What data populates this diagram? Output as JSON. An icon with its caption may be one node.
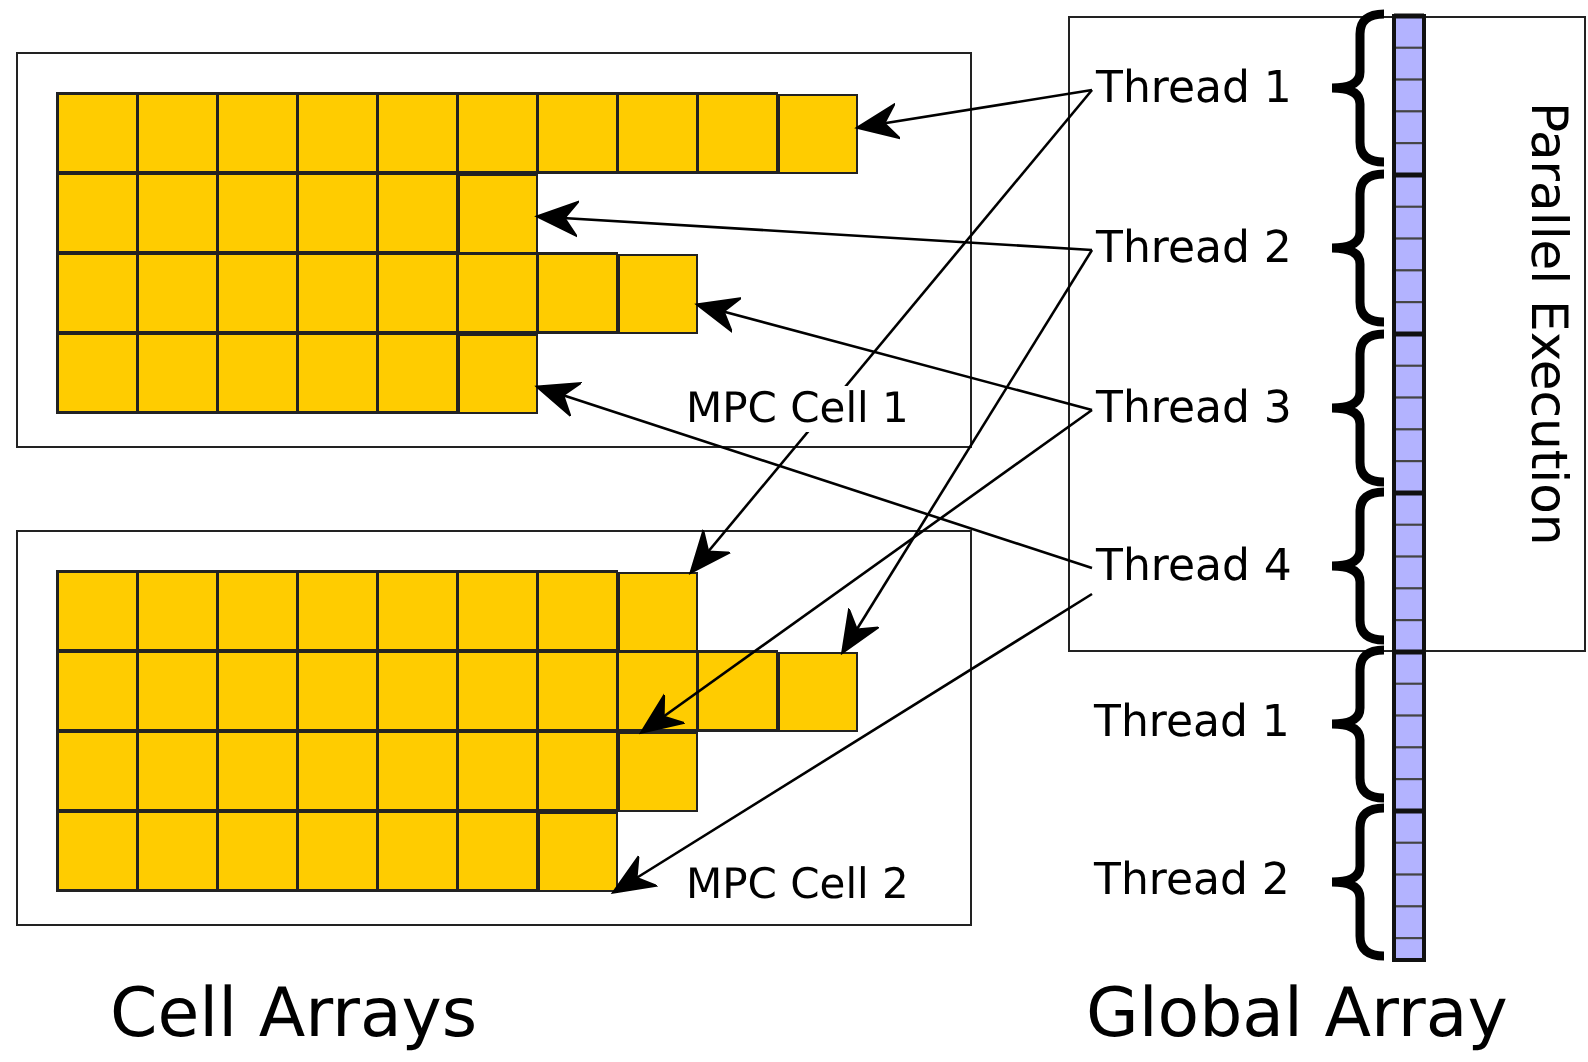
{
  "diagram": {
    "nodes": [
      {
        "text": [
          "MPC Cell 1"
        ]
      },
      {
        "text": [],
        "shape": "box",
        "in": 0
      },
      {
        "text": [],
        "shape": "box",
        "in": 0
      },
      {
        "text": [],
        "shape": "box",
        "in": 0
      },
      {
        "text": [],
        "shape": "box",
        "in": 0
      },
      {
        "text": [
          "MPC Cell 2"
        ]
      },
      {
        "text": [],
        "shape": "box",
        "in": 5
      },
      {
        "text": [],
        "shape": "box",
        "in": 5
      },
      {
        "text": [],
        "shape": "box",
        "in": 5
      },
      {
        "text": [],
        "shape": "box",
        "in": 5
      },
      {
        "text": [
          "Parallel Execution"
        ]
      },
      {
        "text": [
          "Thread 1"
        ],
        "in": 10
      },
      {
        "text": [
          "Thread 2"
        ],
        "in": 10
      },
      {
        "text": [
          "Thread 3"
        ],
        "in": 10
      },
      {
        "text": [
          "Thread 4"
        ],
        "in": 10
      },
      {
        "text": [
          "Thread 1"
        ]
      },
      {
        "text": [
          "Thread 2"
        ]
      }
    ],
    "edges": [
      {
        "from": 11,
        "to": 1,
        "arrow": "to"
      },
      {
        "from": 11,
        "to": 6,
        "arrow": "to"
      },
      {
        "from": 12,
        "to": 2,
        "arrow": "to"
      },
      {
        "from": 12,
        "to": 7,
        "arrow": "to"
      },
      {
        "from": 13,
        "to": 3,
        "arrow": "to"
      },
      {
        "from": 13,
        "to": 8,
        "arrow": "to"
      },
      {
        "from": 14,
        "to": 4,
        "arrow": "to"
      },
      {
        "from": 14,
        "to": 9,
        "arrow": "to"
      }
    ],
    "labels": [
      "Cell Arrays",
      "Global Array"
    ]
  }
}
